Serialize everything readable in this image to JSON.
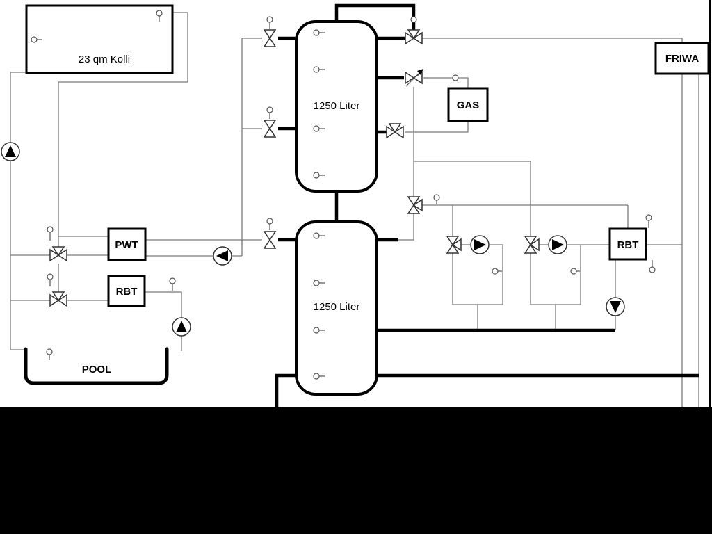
{
  "page": {
    "background": "#ffffff",
    "footer_color": "#000000"
  },
  "diagram": {
    "collector": {
      "label": "23 qm Kolli"
    },
    "tank_upper": {
      "label": "1250 Liter"
    },
    "tank_lower": {
      "label": "1250 Liter"
    },
    "gas": {
      "label": "GAS"
    },
    "friwa": {
      "label": "FRIWA"
    },
    "pwt": {
      "label": "PWT"
    },
    "rbt_left": {
      "label": "RBT"
    },
    "rbt_right": {
      "label": "RBT"
    },
    "pool": {
      "label": "POOL"
    },
    "colors": {
      "pipe_thin": "#7a7a7a",
      "pipe_thick": "#000000",
      "symbol_stroke": "#333333"
    },
    "symbols": {
      "pumps": [
        "solar-pump-up",
        "charge-pump-left",
        "pool-pump-up",
        "heating-circuit-1-pump-right",
        "heating-circuit-2-pump-right",
        "circulation-pump-down"
      ],
      "valves": [
        "tank-valve-top",
        "tank-valve-mid",
        "tank-valve-bottom",
        "pwt-three-way-valve",
        "rbt-three-way-valve",
        "dhw-three-way-valve",
        "gas-check-valve",
        "gas-return-three-way-valve",
        "distribution-three-way-valve",
        "heating-circuit-1-mixing-valve",
        "heating-circuit-2-mixing-valve"
      ],
      "sensor": "temperature-sensor"
    }
  }
}
